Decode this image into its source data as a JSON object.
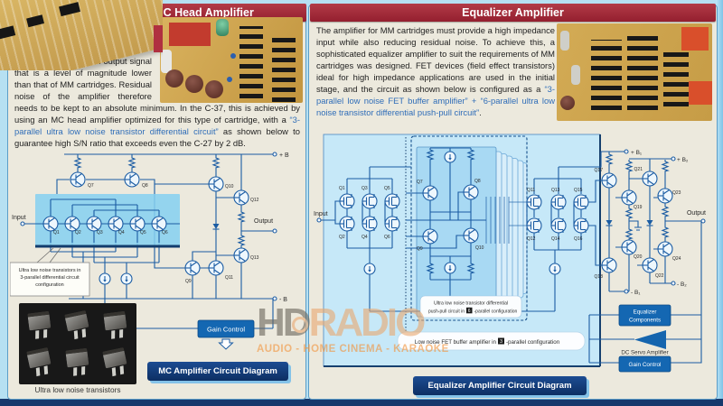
{
  "watermark": {
    "brand_hd": "HD",
    "brand_radio": "RADIO",
    "tagline": "AUDIO - HOME CINEMA - KARAOKE"
  },
  "mc": {
    "header": "MC Head Amplifier",
    "para": {
      "before": "MC cartridges have an output signal that is a level of magnitude lower than that of MM cartridges. Residual noise of the amplifier therefore needs to be kept to an absolute minimum. In the C-37, this is achieved by using an MC head amplifier optimized for this type of cartridge, with a ",
      "highlight": "“3-parallel ultra low noise transistor differential circuit”",
      "after": " as shown below to guarantee high S/N ratio that exceeds even the C-27 by 2 dB."
    },
    "diagram": {
      "input": "Input",
      "output": "Output",
      "plus_b": "+ B",
      "minus_b": "- B",
      "q": [
        "Q1",
        "Q2",
        "Q3",
        "Q4",
        "Q5",
        "Q6",
        "Q7",
        "Q8",
        "Q9",
        "Q10",
        "Q11",
        "Q12",
        "Q13"
      ],
      "callout_l1": "Ultra low noise transistors in",
      "callout_l2": "3-parallel differential circuit",
      "callout_l3": "configuration",
      "gain_control": "Gain Control"
    },
    "photo_caption": "Ultra low noise transistors",
    "banner": "MC Amplifier Circuit Diagram"
  },
  "eq": {
    "header": "Equalizer Amplifier",
    "para": {
      "before": "The amplifier for MM cartridges must provide a high impedance input while also reducing residual noise. To achieve this, a sophisticated equalizer amplifier to suit the requirements of MM cartridges was designed. FET devices (field effect transistors) ideal for high impedance applications are used in the initial stage, and the circuit as shown below is configured as a ",
      "highlight": "“3-parallel low noise FET buffer amplifier” + “6-parallel ultra low noise transistor differential push-pull circuit”",
      "after": "."
    },
    "diagram": {
      "input": "Input",
      "output": "Output",
      "plus_b1": "+ B₁",
      "minus_b1": "- B₁",
      "plus_b2": "+ B₂",
      "minus_b2": "- B₂",
      "q": [
        "Q1",
        "Q2",
        "Q3",
        "Q4",
        "Q5",
        "Q6",
        "Q7",
        "Q8",
        "Q9",
        "Q10",
        "Q11",
        "Q12",
        "Q13",
        "Q14",
        "Q15",
        "Q16",
        "Q17",
        "Q18",
        "Q19",
        "Q20",
        "Q21",
        "Q22",
        "Q23",
        "Q24"
      ],
      "pp_caption_l1": "Ultra low noise transistor differential",
      "pp_caption_l2a": "push-pull circuit in",
      "pp_chip": "6",
      "pp_caption_l2b": "-parallel configuration",
      "fet_caption_a": "Low noise FET buffer amplifier in",
      "fet_chip": "3",
      "fet_caption_b": "-parallel configuration",
      "eq_components_l1": "Equalizer",
      "eq_components_l2": "Components",
      "dc_servo": "DC Servo Amplifier",
      "gain_control": "Gain Control"
    },
    "banner": "Equalizer Amplifier Circuit Diagram"
  }
}
